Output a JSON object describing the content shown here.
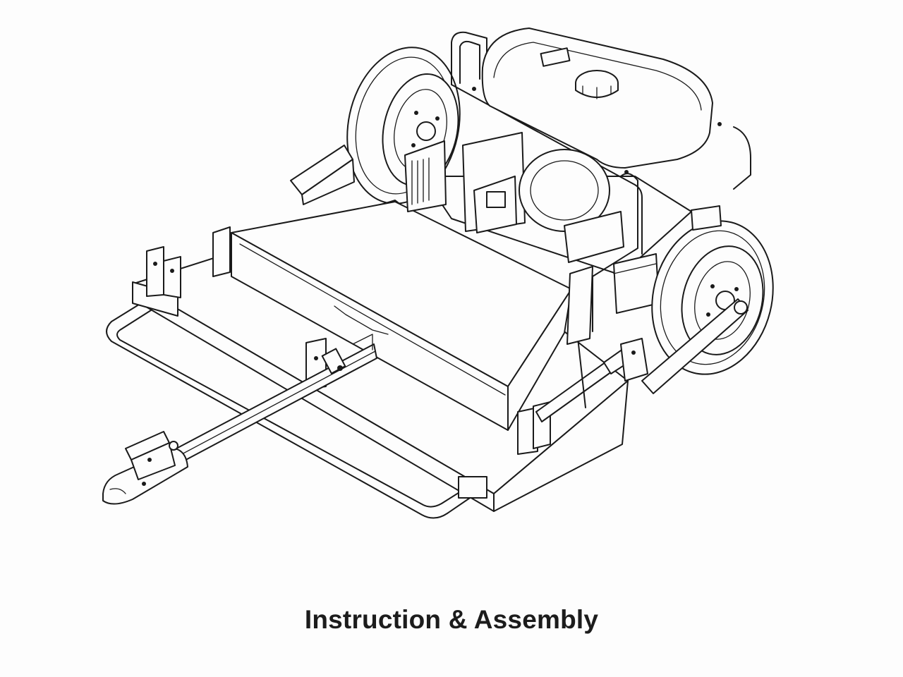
{
  "document": {
    "caption": "Instruction & Assembly"
  },
  "illustration": {
    "subject": "tow-behind rough-cut mower with gasoline engine",
    "style": "black line drawing on white"
  }
}
